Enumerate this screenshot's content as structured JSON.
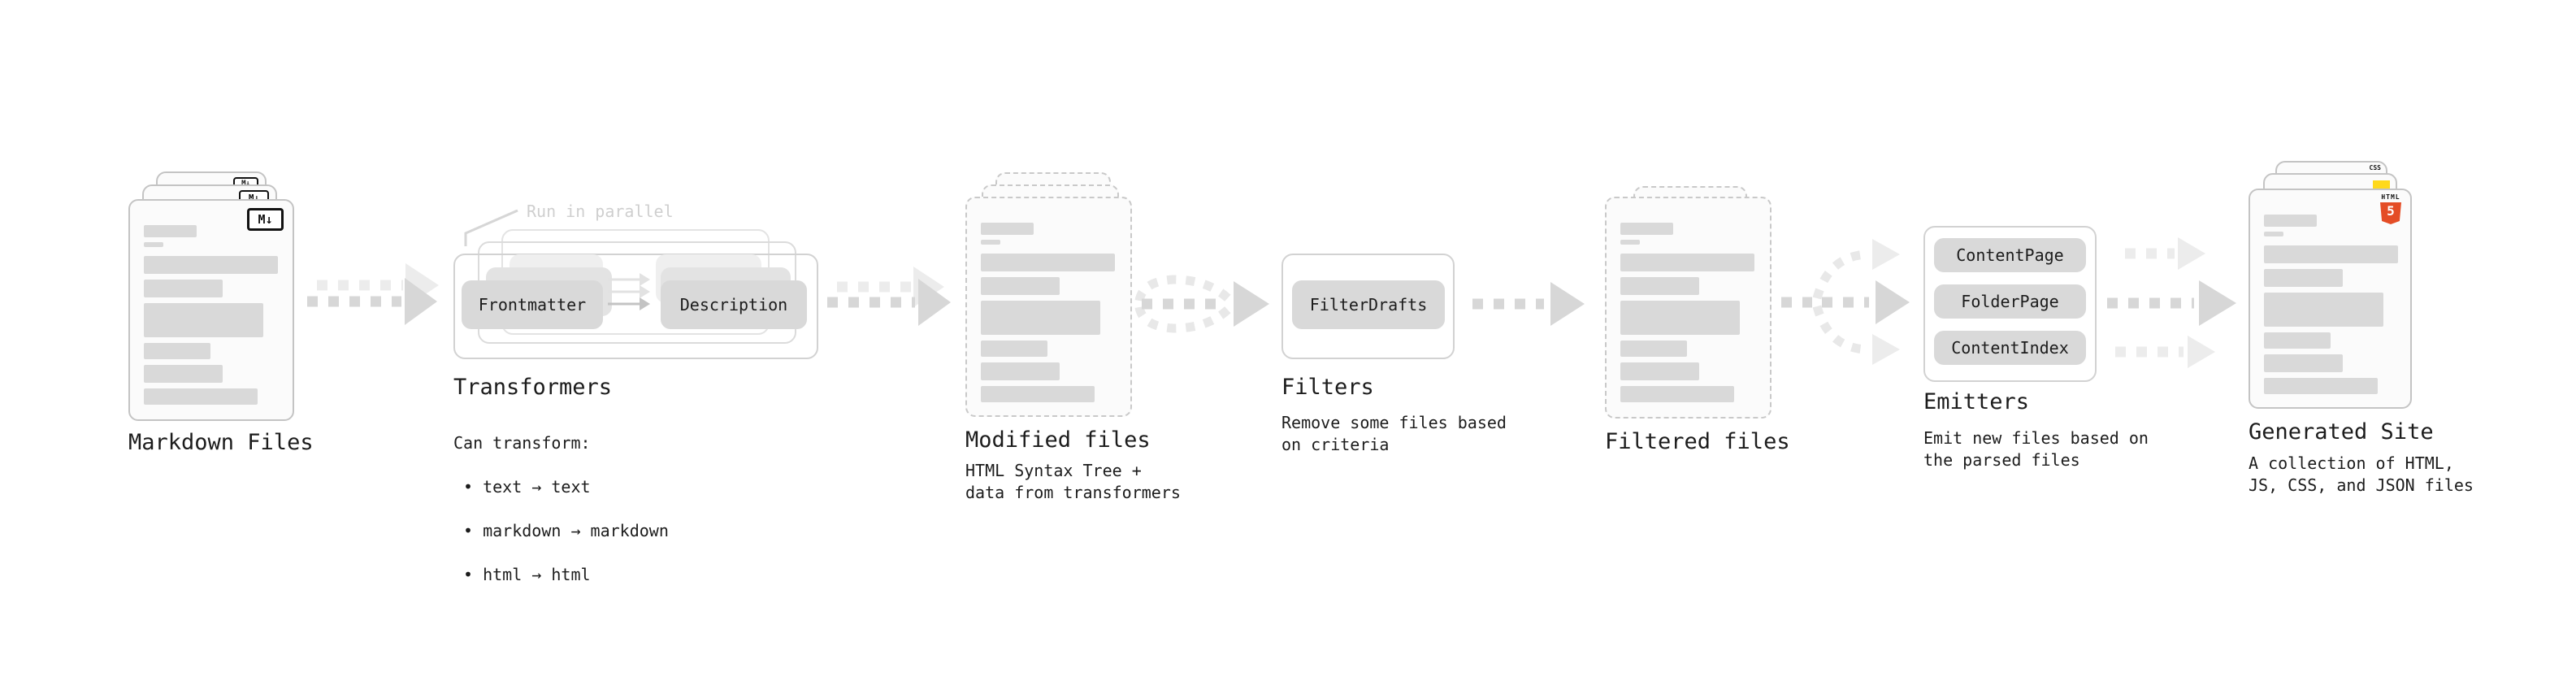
{
  "diagram": {
    "markdown_files": {
      "label": "Markdown Files",
      "badge": "M↓"
    },
    "transformers": {
      "note": "Run in parallel",
      "step_left": "Frontmatter",
      "step_right": "Description",
      "title": "Transformers",
      "desc_heading": "Can transform:",
      "bullets": [
        "• text → text",
        "• markdown → markdown",
        "• html → html"
      ]
    },
    "modified_files": {
      "label": "Modified files",
      "desc": "HTML Syntax Tree +\ndata from transformers"
    },
    "filters": {
      "title": "Filters",
      "step": "FilterDrafts",
      "desc": "Remove some files based\non criteria"
    },
    "filtered_files": {
      "label": "Filtered files"
    },
    "emitters": {
      "title": "Emitters",
      "steps": [
        "ContentPage",
        "FolderPage",
        "ContentIndex"
      ],
      "desc": "Emit new files based on\nthe parsed files"
    },
    "generated_site": {
      "label": "Generated Site",
      "desc": "A collection of HTML,\nJS, CSS, and JSON files",
      "css_badge": "CSS",
      "html_badge_word": "HTML",
      "html_badge_number": "5"
    }
  },
  "colors": {
    "html5_orange": "#e44d26",
    "js_yellow": "#ffd91c",
    "css_blue": "#2d63e8"
  }
}
